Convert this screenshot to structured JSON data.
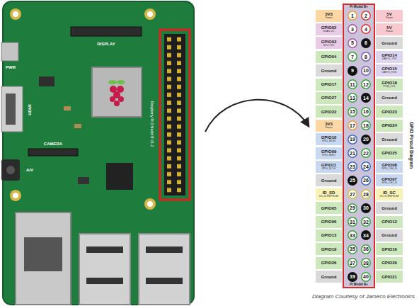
{
  "diagram": {
    "caption": "Diagram Courtesy of Jameco Electronics",
    "nodes": [
      {
        "text": [
          "Pi Model B+",
          "Pi Model B+"
        ]
      },
      {
        "text": [
          "3V3",
          "Power"
        ]
      },
      {
        "text": [
          "1"
        ],
        "in": 0
      },
      {
        "text": [
          "2"
        ],
        "in": 0
      },
      {
        "text": [
          "5V",
          "Power"
        ]
      },
      {
        "text": [
          "GPIO02",
          "SDA1 I2C"
        ]
      },
      {
        "text": [
          "3"
        ],
        "in": 0
      },
      {
        "text": [
          "4"
        ],
        "in": 0
      },
      {
        "text": [
          "5V",
          "Power"
        ]
      },
      {
        "text": [
          "GPIO03",
          "SCL1 I2C"
        ]
      },
      {
        "text": [
          "5"
        ],
        "in": 0
      },
      {
        "text": [
          "6"
        ],
        "in": 0
      },
      {
        "text": [
          "Ground"
        ]
      },
      {
        "text": [
          "GPIO04"
        ]
      },
      {
        "text": [
          "7"
        ],
        "in": 0
      },
      {
        "text": [
          "8"
        ],
        "in": 0
      },
      {
        "text": [
          "GPIO14",
          "UART0_TXD"
        ]
      },
      {
        "text": [
          "Ground"
        ]
      },
      {
        "text": [
          "9"
        ],
        "in": 0
      },
      {
        "text": [
          "10"
        ],
        "in": 0
      },
      {
        "text": [
          "GPIO15",
          "UART0_RXD"
        ]
      },
      {
        "text": [
          "GPIO17"
        ]
      },
      {
        "text": [
          "11"
        ],
        "in": 0
      },
      {
        "text": [
          "12"
        ],
        "in": 0
      },
      {
        "text": [
          "GPIO18",
          "PCM_CLK"
        ]
      },
      {
        "text": [
          "GPIO27"
        ]
      },
      {
        "text": [
          "13"
        ],
        "in": 0
      },
      {
        "text": [
          "14"
        ],
        "in": 0
      },
      {
        "text": [
          "Ground"
        ]
      },
      {
        "text": [
          "GPIO22"
        ]
      },
      {
        "text": [
          "15"
        ],
        "in": 0
      },
      {
        "text": [
          "16"
        ],
        "in": 0
      },
      {
        "text": [
          "GPIO23"
        ]
      },
      {
        "text": [
          "3V3",
          "Power"
        ]
      },
      {
        "text": [
          "17"
        ],
        "in": 0
      },
      {
        "text": [
          "18"
        ],
        "in": 0
      },
      {
        "text": [
          "GPIO24"
        ]
      },
      {
        "text": [
          "GPIO10",
          "SPI0_MOSI"
        ]
      },
      {
        "text": [
          "19"
        ],
        "in": 0
      },
      {
        "text": [
          "20"
        ],
        "in": 0
      },
      {
        "text": [
          "Ground"
        ]
      },
      {
        "text": [
          "GPIO09",
          "SPI0_MISO"
        ]
      },
      {
        "text": [
          "21"
        ],
        "in": 0
      },
      {
        "text": [
          "22"
        ],
        "in": 0
      },
      {
        "text": [
          "GPIO25"
        ]
      },
      {
        "text": [
          "GPIO11",
          "SPI0_SCLK"
        ]
      },
      {
        "text": [
          "23"
        ],
        "in": 0
      },
      {
        "text": [
          "24"
        ],
        "in": 0
      },
      {
        "text": [
          "GPIO08",
          "SPI0_CE0_N"
        ]
      },
      {
        "text": [
          "Ground"
        ]
      },
      {
        "text": [
          "25"
        ],
        "in": 0
      },
      {
        "text": [
          "26"
        ],
        "in": 0
      },
      {
        "text": [
          "GPIO07",
          "SPI0_CE1_N"
        ]
      },
      {
        "text": [
          "ID_SD",
          "I2C ID EEPROM"
        ]
      },
      {
        "text": [
          "27"
        ],
        "in": 0
      },
      {
        "text": [
          "28"
        ],
        "in": 0
      },
      {
        "text": [
          "ID_SC",
          "I2C ID EEPROM"
        ]
      },
      {
        "text": [
          "GPIO05"
        ]
      },
      {
        "text": [
          "29"
        ],
        "in": 0
      },
      {
        "text": [
          "30"
        ],
        "in": 0
      },
      {
        "text": [
          "Ground"
        ]
      },
      {
        "text": [
          "GPIO06"
        ]
      },
      {
        "text": [
          "31"
        ],
        "in": 0
      },
      {
        "text": [
          "32"
        ],
        "in": 0
      },
      {
        "text": [
          "GPIO12"
        ]
      },
      {
        "text": [
          "GPIO13"
        ]
      },
      {
        "text": [
          "33"
        ],
        "in": 0
      },
      {
        "text": [
          "34"
        ],
        "in": 0
      },
      {
        "text": [
          "Ground"
        ]
      },
      {
        "text": [
          "GPIO19"
        ]
      },
      {
        "text": [
          "35"
        ],
        "in": 0
      },
      {
        "text": [
          "36"
        ],
        "in": 0
      },
      {
        "text": [
          "GPIO16"
        ]
      },
      {
        "text": [
          "GPIO26"
        ]
      },
      {
        "text": [
          "37"
        ],
        "in": 0
      },
      {
        "text": [
          "38"
        ],
        "in": 0
      },
      {
        "text": [
          "GPIO20"
        ]
      },
      {
        "text": [
          "Ground"
        ]
      },
      {
        "text": [
          "39"
        ],
        "in": 0
      },
      {
        "text": [
          "40"
        ],
        "in": 0
      },
      {
        "text": [
          "GPIO21"
        ]
      }
    ],
    "labels": [
      "GPIO Pinout Diagram",
      "DISPLAY",
      "HDMI",
      "CAMERA",
      "A/V",
      "PWR",
      "Raspberry Pi 3 Model B V1.2"
    ]
  }
}
